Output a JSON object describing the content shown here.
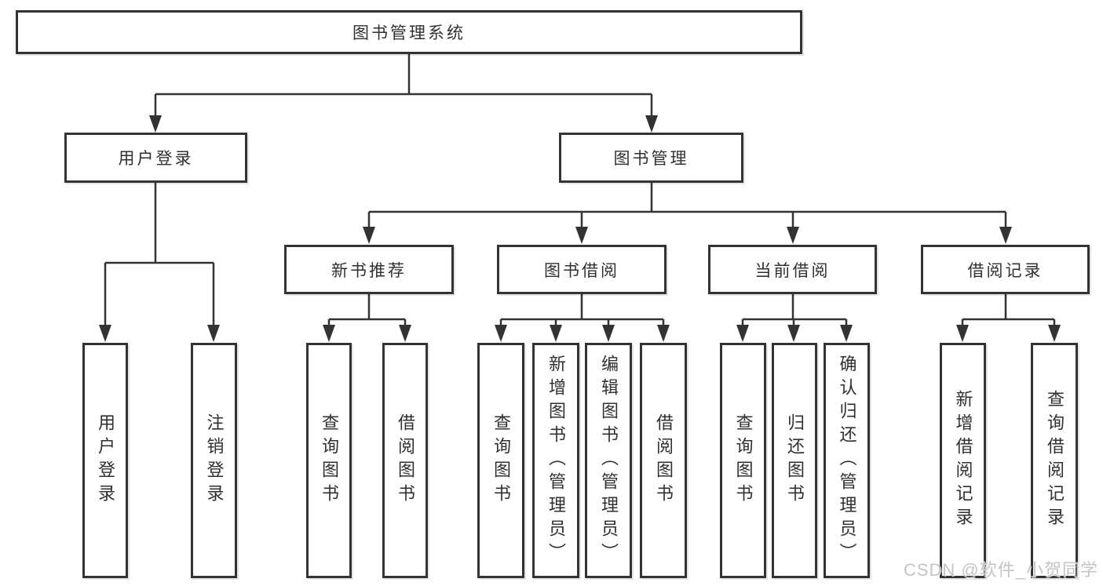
{
  "diagram": {
    "title": "图书管理系统",
    "type": "function-structure-tree",
    "colors": {
      "line": "#333333",
      "box_border": "#333333",
      "box_background": "#ffffff",
      "text": "#303030",
      "page_background": "#ffffff",
      "watermark_text": "#c1c1c1"
    },
    "watermark": "CSDN @软件_小贺同学"
  },
  "tree": {
    "root": "图书管理系统",
    "children": [
      {
        "label": "用户登录",
        "children": [
          "用户登录",
          "注销登录"
        ]
      },
      {
        "label": "图书管理",
        "children": [
          {
            "label": "新书推荐",
            "children": [
              "查询图书",
              "借阅图书"
            ]
          },
          {
            "label": "图书借阅",
            "children": [
              "查询图书",
              "新增图书（管理员）",
              "编辑图书（管理员）",
              "借阅图书"
            ]
          },
          {
            "label": "当前借阅",
            "children": [
              "查询图书",
              "归还图书",
              "确认归还（管理员）"
            ]
          },
          {
            "label": "借阅记录",
            "children": [
              "新增借阅记录",
              "查询借阅记录"
            ]
          }
        ]
      }
    ]
  }
}
